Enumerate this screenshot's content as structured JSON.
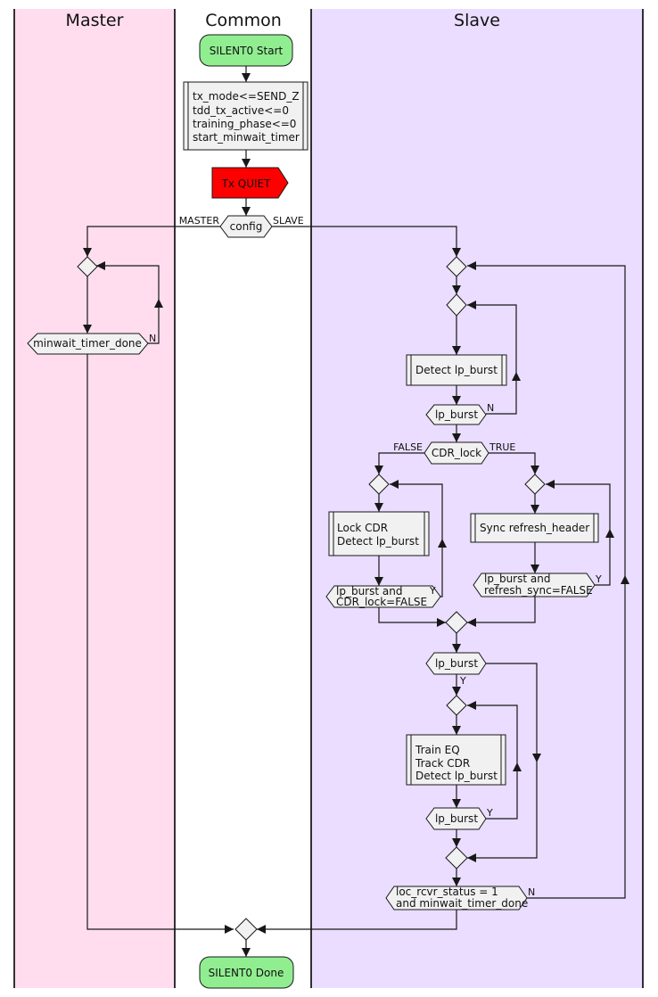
{
  "lanes": {
    "master": {
      "title": "Master",
      "color": "#FFDDEE"
    },
    "common": {
      "title": "Common",
      "color": "#FFFFFF"
    },
    "slave": {
      "title": "Slave",
      "color": "#EADDFF"
    }
  },
  "colors": {
    "terminal": "#90EE90",
    "activity": "#F1F1F1",
    "signal": "#FF0000",
    "line": "#181818"
  },
  "nodes": {
    "start": "SILENT0 Start",
    "init": [
      "tx_mode<=SEND_Z",
      "tdd_tx_active<=0",
      "training_phase<=0",
      "start_minwait_timer"
    ],
    "tx_quiet": "Tx QUIET",
    "config": "config",
    "minwait_timer_done": "minwait_timer_done",
    "detect_lp_burst": "Detect lp_burst",
    "lp_burst_1": "lp_burst",
    "cdr_lock": "CDR_lock",
    "lock_cdr": [
      "Lock CDR",
      "Detect lp_burst"
    ],
    "lp_burst_cdr_false": [
      "lp_burst and",
      "CDR_lock=FALSE"
    ],
    "sync_refresh": "Sync refresh_header",
    "lp_burst_refresh_false": [
      "lp_burst and",
      "refresh_sync=FALSE"
    ],
    "lp_burst_2": "lp_burst",
    "train": [
      "Train EQ",
      "Track CDR",
      "Detect lp_burst"
    ],
    "lp_burst_3": "lp_burst",
    "loc_rcvr": [
      "loc_rcvr_status = 1",
      "and minwait_timer_done"
    ],
    "done": "SILENT0 Done"
  },
  "edge_labels": {
    "master": "MASTER",
    "slave": "SLAVE",
    "n1": "N",
    "n2": "N",
    "false": "FALSE",
    "true": "TRUE",
    "y1": "Y",
    "y2": "Y",
    "y3": "Y",
    "y4": "Y",
    "n3": "N"
  }
}
